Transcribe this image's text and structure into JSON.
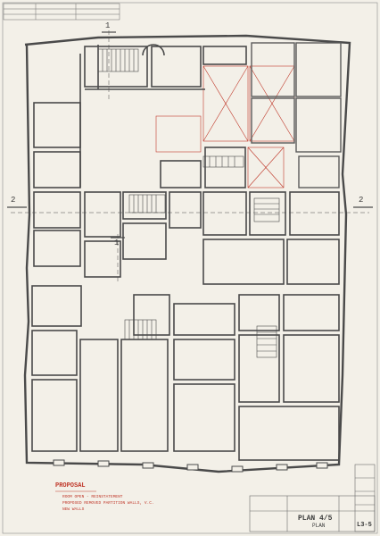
{
  "markers": {
    "top": "1",
    "left": "2",
    "right": "2",
    "middle": "1"
  },
  "legend": {
    "title": "PROPOSAL",
    "lines": [
      "ROOM OPEN - REINSTATEMENT",
      "PROPOSED REMOVED PARTITION WALLS, V.C.",
      "NEW WALLS"
    ]
  },
  "titleblock": {
    "drawing_title": "PLAN 4/5",
    "drawing_subtitle": "PLAN",
    "sheet_number": "L3-5"
  },
  "colors": {
    "ink": "#4a4a4a",
    "paper": "#f3f0e8",
    "red_ink": "#c0392b"
  }
}
